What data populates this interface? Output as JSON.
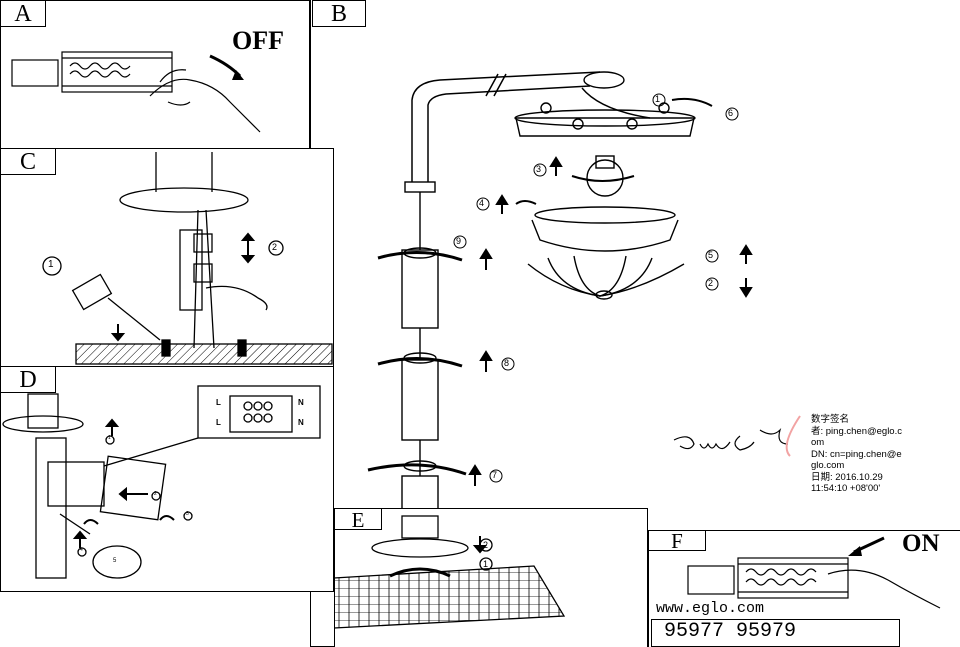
{
  "panels": {
    "a": {
      "label": "A",
      "action": "OFF"
    },
    "b": {
      "label": "B"
    },
    "c": {
      "label": "C"
    },
    "d": {
      "label": "D"
    },
    "e": {
      "label": "E"
    },
    "f": {
      "label": "F",
      "action": "ON"
    }
  },
  "steps": {
    "b": [
      "1",
      "6",
      "3",
      "4",
      "9",
      "5",
      "2",
      "8",
      "7"
    ],
    "c": [
      "1",
      "2"
    ],
    "d": [
      "1",
      "2",
      "3",
      "4",
      "5"
    ],
    "e": [
      "2",
      "1"
    ]
  },
  "wiring": {
    "l1": "L",
    "l2": "L",
    "n1": "N",
    "n2": "N"
  },
  "signature": {
    "line1": "数字签名",
    "line2": "者: ping.chen@eglo.c",
    "line3": "om",
    "line4": "DN: cn=ping.chen@e",
    "line5": "glo.com",
    "line6": "日期: 2016.10.29",
    "line7": "11:54:10 +08'00'"
  },
  "footer": {
    "website": "www.eglo.com",
    "models": "95977  95979"
  }
}
